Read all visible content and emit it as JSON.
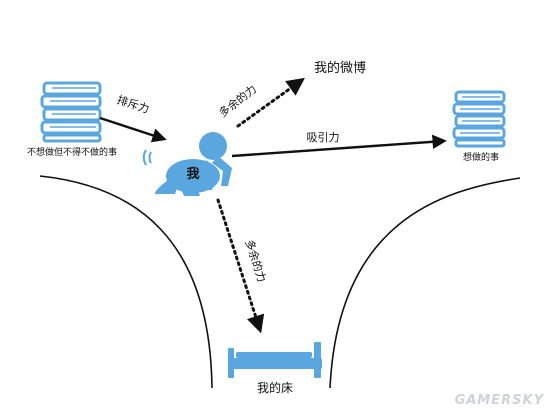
{
  "labels": {
    "baby": "我",
    "dont_want": "不想做但不得不做的事",
    "want": "想做的事",
    "weibo": "我的微博",
    "bed": "我的床",
    "repulsion": "排斥力",
    "attraction": "吸引力",
    "extra_force_up": "多余的力",
    "extra_force_down": "多余的力"
  },
  "watermark": "GAMERSKY",
  "colors": {
    "blue": "#5aa7df",
    "blue_dark": "#3f8fca",
    "line": "#111111",
    "watermark": "#cfd3d8"
  }
}
